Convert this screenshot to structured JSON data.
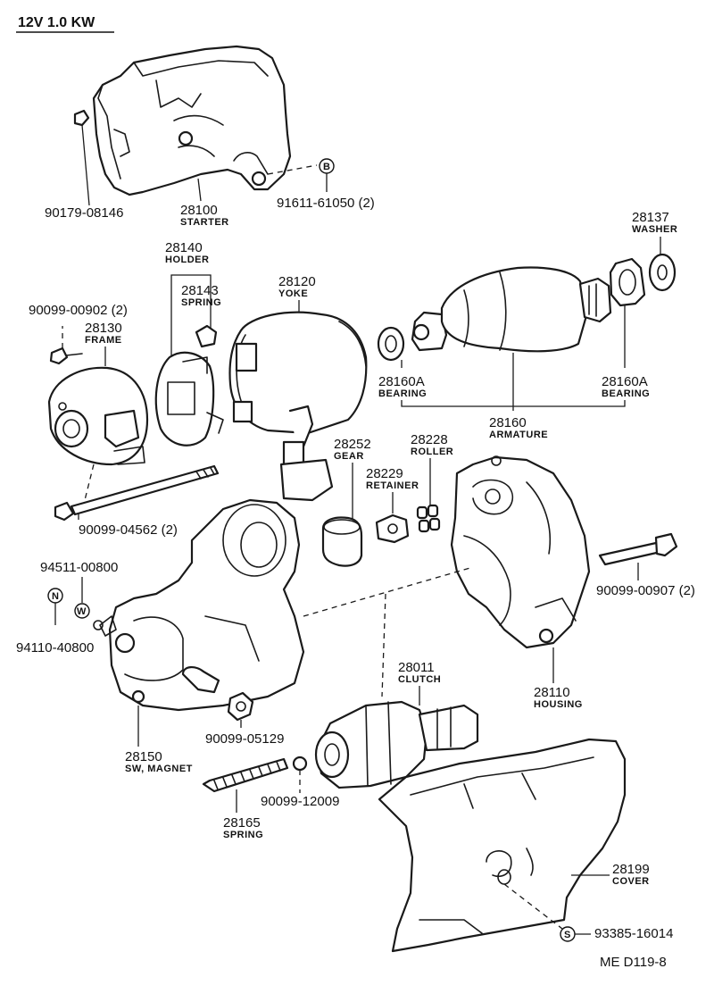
{
  "header": {
    "title": "12V   1.0 KW"
  },
  "footer": {
    "ref": "ME  D119-8"
  },
  "parts": {
    "starter": {
      "number": "28100",
      "name": "STARTER"
    },
    "bolt_08146": {
      "number": "90179-08146"
    },
    "bolt_61050": {
      "number": "91611-61050 (2)",
      "symbol": "B"
    },
    "washer": {
      "number": "28137",
      "name": "WASHER"
    },
    "holder": {
      "number": "28140",
      "name": "HOLDER"
    },
    "spring_28143": {
      "number": "28143",
      "name": "SPRING"
    },
    "yoke": {
      "number": "28120",
      "name": "YOKE"
    },
    "screw_00902": {
      "number": "90099-00902 (2)"
    },
    "frame": {
      "number": "28130",
      "name": "FRAME"
    },
    "bearing_a": {
      "number": "28160A",
      "name": "BEARING"
    },
    "bearing_b": {
      "number": "28160A",
      "name": "BEARING"
    },
    "armature": {
      "number": "28160",
      "name": "ARMATURE"
    },
    "gear": {
      "number": "28252",
      "name": "GEAR"
    },
    "roller": {
      "number": "28228",
      "name": "ROLLER"
    },
    "retainer": {
      "number": "28229",
      "name": "RETAINER"
    },
    "bolt_04562": {
      "number": "90099-04562 (2)"
    },
    "washer_00800": {
      "number": "94511-00800",
      "symbol": "W"
    },
    "nut_40800": {
      "number": "94110-40800",
      "symbol": "N"
    },
    "bolt_00907": {
      "number": "90099-00907 (2)"
    },
    "clutch": {
      "number": "28011",
      "name": "CLUTCH"
    },
    "housing": {
      "number": "28110",
      "name": "HOUSING"
    },
    "nut_05129": {
      "number": "90099-05129"
    },
    "sw_magnet": {
      "number": "28150",
      "name": "SW, MAGNET"
    },
    "ball_12009": {
      "number": "90099-12009"
    },
    "spring_28165": {
      "number": "28165",
      "name": "SPRING"
    },
    "cover": {
      "number": "28199",
      "name": "COVER"
    },
    "screw_16014": {
      "number": "93385-16014",
      "symbol": "S"
    }
  }
}
